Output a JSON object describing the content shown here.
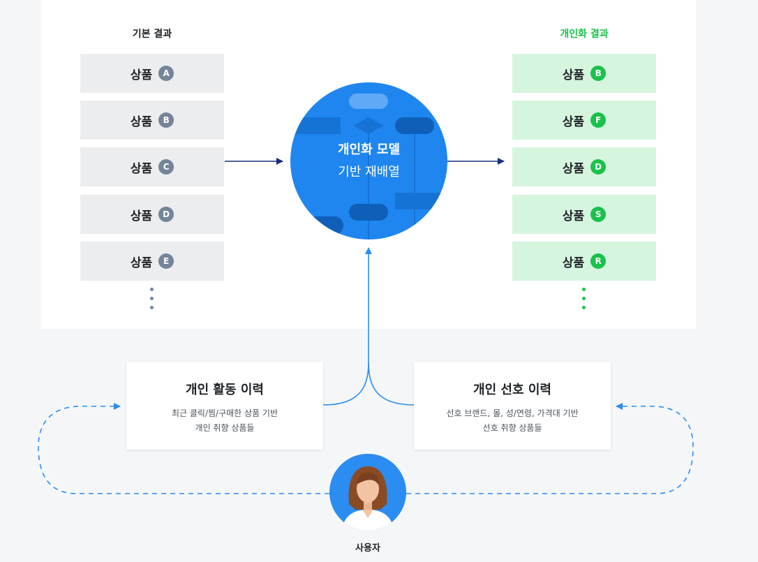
{
  "base_column": {
    "title": "기본 결과",
    "items": [
      {
        "label": "상품",
        "badge": "A"
      },
      {
        "label": "상품",
        "badge": "B"
      },
      {
        "label": "상품",
        "badge": "C"
      },
      {
        "label": "상품",
        "badge": "D"
      },
      {
        "label": "상품",
        "badge": "E"
      }
    ]
  },
  "personal_column": {
    "title": "개인화 결과",
    "items": [
      {
        "label": "상품",
        "badge": "B"
      },
      {
        "label": "상품",
        "badge": "F"
      },
      {
        "label": "상품",
        "badge": "D"
      },
      {
        "label": "상품",
        "badge": "S"
      },
      {
        "label": "상품",
        "badge": "R"
      }
    ]
  },
  "model": {
    "line1": "개인화 모델",
    "line2": "기반 재배열"
  },
  "activity_card": {
    "title": "개인 활동 이력",
    "desc_line1": "최근 클릭/찜/구매한 상품 기반",
    "desc_line2": "개인 취향 상품들"
  },
  "preference_card": {
    "title": "개인 선호 이력",
    "desc_line1": "선호 브랜드, 몰, 성/연령, 가격대 기반",
    "desc_line2": "선호 취향 상품들"
  },
  "user": {
    "label": "사용자"
  },
  "colors": {
    "accent_blue": "#1f86f0",
    "arrow_navy": "#1a2f80",
    "green": "#19c24a",
    "green_bg": "#d6f5df",
    "gray_bg": "#ebedef",
    "gray_badge": "#75849a",
    "dashed_blue": "#2b8cf1"
  }
}
